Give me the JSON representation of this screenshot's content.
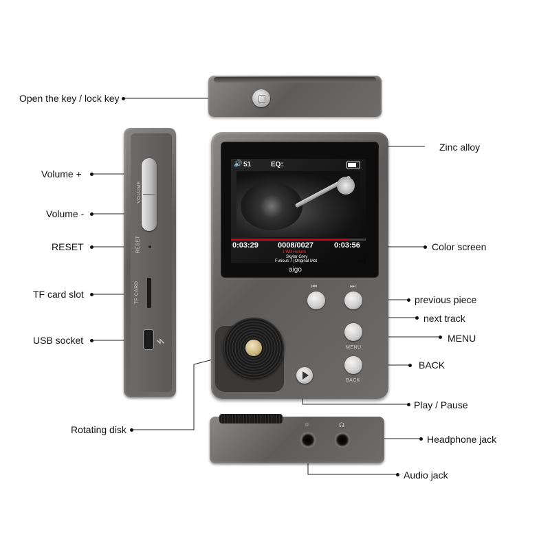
{
  "labels": {
    "lock_key": "Open the key / lock key",
    "volume_plus": "Volume +",
    "volume_minus": "Volume -",
    "reset": "RESET",
    "tf_slot": "TF card slot",
    "usb": "USB socket",
    "rotating_disk": "Rotating disk",
    "zinc_alloy": "Zinc alloy",
    "color_screen": "Color screen",
    "previous_piece": "previous piece",
    "next_track": "next track",
    "menu": "MENU",
    "back": "BACK",
    "play_pause": "Play / Pause",
    "headphone_jack": "Headphone jack",
    "audio_jack": "Audio jack"
  },
  "device_side": {
    "volume_text": "VOLUME",
    "reset_text": "RESET",
    "tf_text": "TF CARD"
  },
  "device_front": {
    "menu_text": "MENU",
    "back_text": "BACK",
    "brand": "aigo"
  },
  "screen": {
    "volume": "51",
    "eq": "EQ:",
    "elapsed": "0:03:29",
    "track_count": "0008/0027",
    "total": "0:03:56",
    "song": "I Will Return",
    "artist": "Skylar Grey",
    "album": "Furious 7 (Original Mot"
  },
  "colors": {
    "metal_dark": "#5e5c5b",
    "screen_bg": "#101010",
    "progress_red": "#d0021b"
  }
}
